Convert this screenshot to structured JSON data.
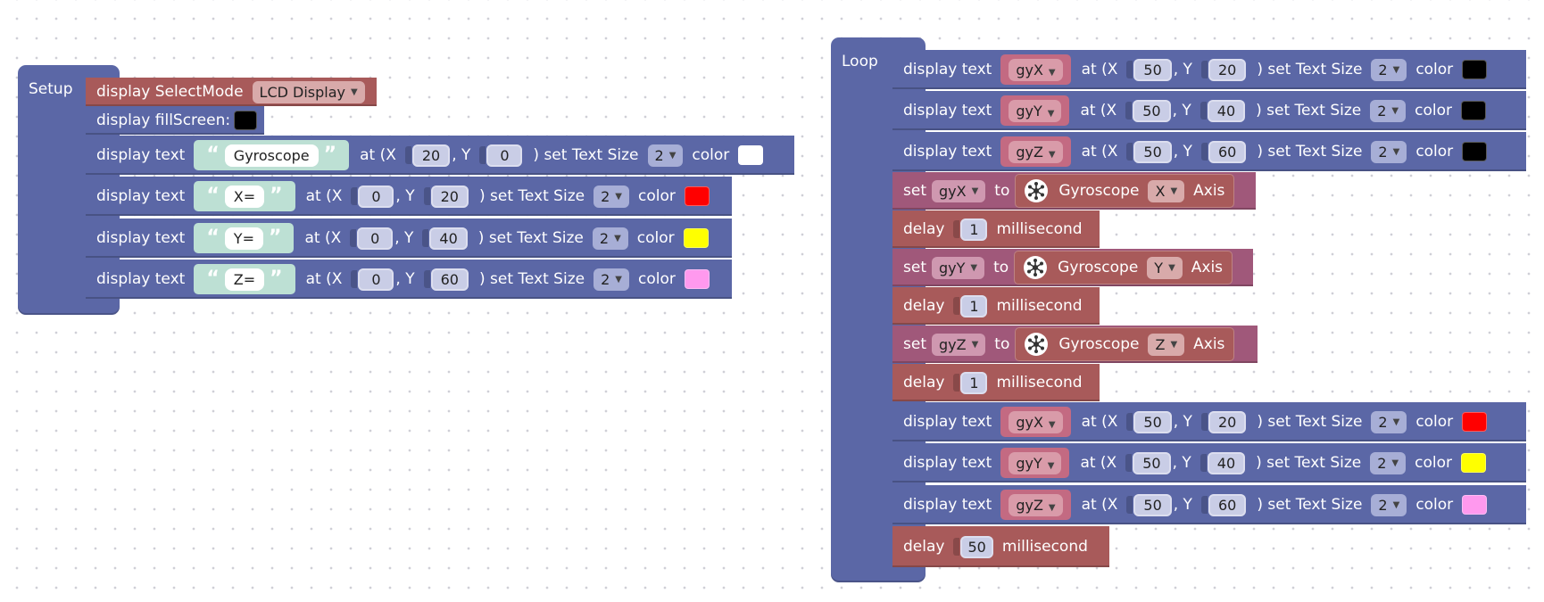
{
  "setup": {
    "label": "Setup",
    "select_mode": {
      "label": "display SelectMode",
      "value": "LCD Display"
    },
    "fill_screen": {
      "label": "display fillScreen:",
      "color": "#000000"
    },
    "texts": [
      {
        "label": "display text",
        "text": "Gyroscope",
        "at_x_label": "at (X",
        "x": "20",
        "y_label": ", Y",
        "y": "0",
        "size_label": ") set Text Size",
        "size": "2",
        "color_label": "color",
        "color": "#ffffff"
      },
      {
        "label": "display text",
        "text": "X=",
        "at_x_label": "at (X",
        "x": "0",
        "y_label": ", Y",
        "y": "20",
        "size_label": ") set Text Size",
        "size": "2",
        "color_label": "color",
        "color": "#ff0000"
      },
      {
        "label": "display text",
        "text": "Y=",
        "at_x_label": "at (X",
        "x": "0",
        "y_label": ", Y",
        "y": "40",
        "size_label": ") set Text Size",
        "size": "2",
        "color_label": "color",
        "color": "#ffff00"
      },
      {
        "label": "display text",
        "text": "Z=",
        "at_x_label": "at (X",
        "x": "0",
        "y_label": ", Y",
        "y": "60",
        "size_label": ") set Text Size",
        "size": "2",
        "color_label": "color",
        "color": "#ff99ee"
      }
    ]
  },
  "loop": {
    "label": "Loop",
    "blocks": [
      {
        "kind": "text",
        "label": "display text",
        "var": "gyX",
        "at_x_label": "at (X",
        "x": "50",
        "y_label": ", Y",
        "y": "20",
        "size_label": ") set Text Size",
        "size": "2",
        "color_label": "color",
        "color": "#000000"
      },
      {
        "kind": "text",
        "label": "display text",
        "var": "gyY",
        "at_x_label": "at (X",
        "x": "50",
        "y_label": ", Y",
        "y": "40",
        "size_label": ") set Text Size",
        "size": "2",
        "color_label": "color",
        "color": "#000000"
      },
      {
        "kind": "text",
        "label": "display text",
        "var": "gyZ",
        "at_x_label": "at (X",
        "x": "50",
        "y_label": ", Y",
        "y": "60",
        "size_label": ") set Text Size",
        "size": "2",
        "color_label": "color",
        "color": "#000000"
      },
      {
        "kind": "set",
        "label": "set",
        "var": "gyX",
        "to_label": "to",
        "source": "Gyroscope",
        "axis": "X",
        "axis_label": "Axis"
      },
      {
        "kind": "delay",
        "label": "delay",
        "value": "1",
        "unit": "millisecond"
      },
      {
        "kind": "set",
        "label": "set",
        "var": "gyY",
        "to_label": "to",
        "source": "Gyroscope",
        "axis": "Y",
        "axis_label": "Axis"
      },
      {
        "kind": "delay",
        "label": "delay",
        "value": "1",
        "unit": "millisecond"
      },
      {
        "kind": "set",
        "label": "set",
        "var": "gyZ",
        "to_label": "to",
        "source": "Gyroscope",
        "axis": "Z",
        "axis_label": "Axis"
      },
      {
        "kind": "delay",
        "label": "delay",
        "value": "1",
        "unit": "millisecond"
      },
      {
        "kind": "text",
        "label": "display text",
        "var": "gyX",
        "at_x_label": "at (X",
        "x": "50",
        "y_label": ", Y",
        "y": "20",
        "size_label": ") set Text Size",
        "size": "2",
        "color_label": "color",
        "color": "#ff0000"
      },
      {
        "kind": "text",
        "label": "display text",
        "var": "gyY",
        "at_x_label": "at (X",
        "x": "50",
        "y_label": ", Y",
        "y": "40",
        "size_label": ") set Text Size",
        "size": "2",
        "color_label": "color",
        "color": "#ffff00"
      },
      {
        "kind": "text",
        "label": "display text",
        "var": "gyZ",
        "at_x_label": "at (X",
        "x": "50",
        "y_label": ", Y",
        "y": "60",
        "size_label": ") set Text Size",
        "size": "2",
        "color_label": "color",
        "color": "#ff99ee"
      },
      {
        "kind": "delay",
        "label": "delay",
        "value": "50",
        "unit": "millisecond"
      }
    ]
  }
}
